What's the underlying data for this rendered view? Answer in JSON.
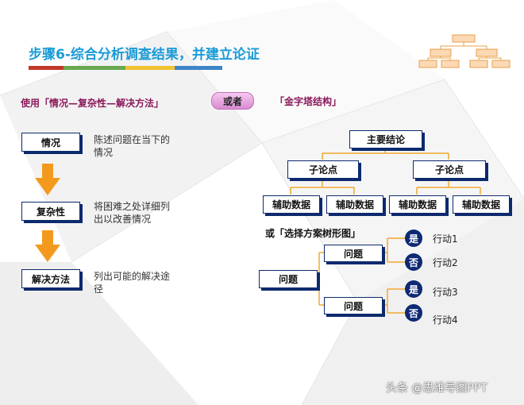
{
  "title": "步骤6-综合分析调查结果，并建立论证",
  "left_method": "使用「情况—复杂性—解决方法」",
  "or_label": "或者",
  "right_method": "「金字塔结构」",
  "steps": [
    {
      "label": "情况",
      "desc": "陈述问题在当下的情况"
    },
    {
      "label": "复杂性",
      "desc": "将困难之处详细列出以改善情况"
    },
    {
      "label": "解决方法",
      "desc": "列出可能的解决途径"
    }
  ],
  "pyramid": {
    "root": "主要结论",
    "subs": [
      "子论点",
      "子论点"
    ],
    "data": [
      "辅助数据",
      "辅助数据",
      "辅助数据",
      "辅助数据"
    ]
  },
  "tree": {
    "label": "或「选择方案树形图」",
    "root": "问题",
    "branches": [
      "问题",
      "问题"
    ],
    "answers": [
      "是",
      "否",
      "是",
      "否"
    ],
    "actions": [
      "行动1",
      "行动2",
      "行动3",
      "行动4"
    ]
  },
  "watermark": "头条 @思维导图PPT",
  "colors": {
    "title": "#1a9bd7",
    "subtitle": "#8b1a5c",
    "box_border": "#0d2a6e",
    "arrow": "#f39a1e",
    "connector": "#f0a830"
  }
}
